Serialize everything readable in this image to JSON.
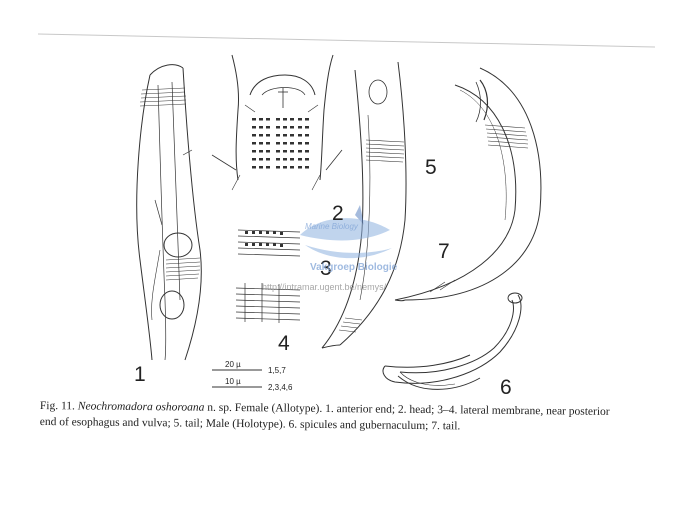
{
  "figure": {
    "panel_numbers": [
      "1",
      "2",
      "3",
      "4",
      "5",
      "6",
      "7"
    ],
    "scale_bars": [
      {
        "length": "20 µ",
        "panels": "1,5,7"
      },
      {
        "length": "10 µ",
        "panels": "2,3,4,6"
      }
    ]
  },
  "watermark": {
    "line1": "Marine Biology",
    "line2": "Vakgroep Biologie",
    "url": "http://intramar.ugent.be/nemys/"
  },
  "caption": {
    "prefix": "Fig. 11.",
    "species": "Neochromadora oshoroana",
    "rest": " n. sp.   Female (Allotype).   1. anterior end;  2. head;  3–4. lateral membrane, near posterior end of esophagus and vulva;  5. tail;  Male (Holotype).   6. spicules and gubernaculum;  7. tail."
  }
}
